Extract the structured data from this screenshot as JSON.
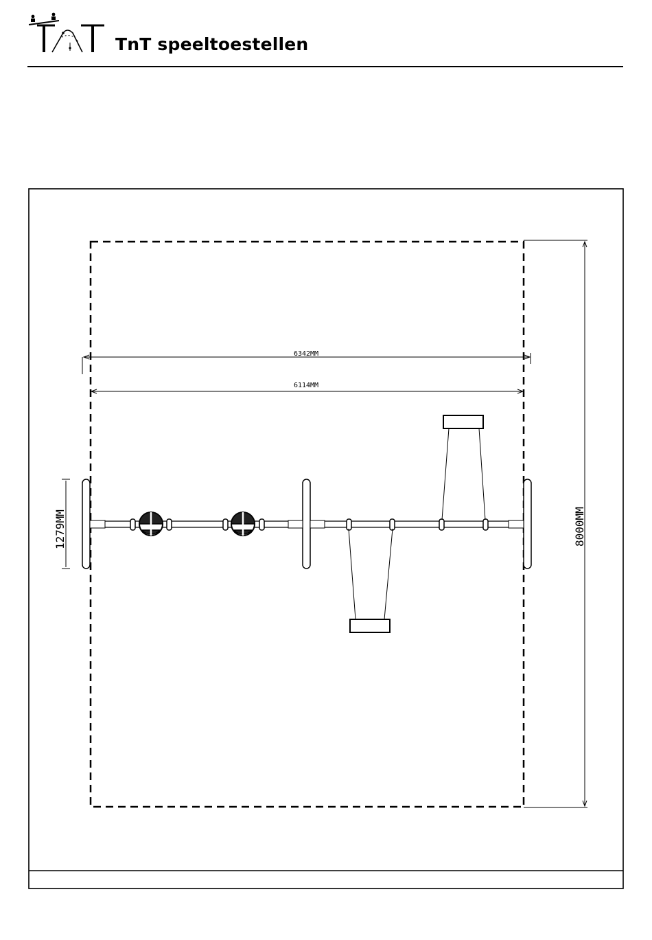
{
  "header": {
    "brand": "TnT speeltoestellen"
  },
  "drawing": {
    "dimensions": {
      "overall_width": "6342MM",
      "frame_width": "6114MM",
      "depth": "8000MM",
      "leg_width": "1279MM"
    }
  }
}
